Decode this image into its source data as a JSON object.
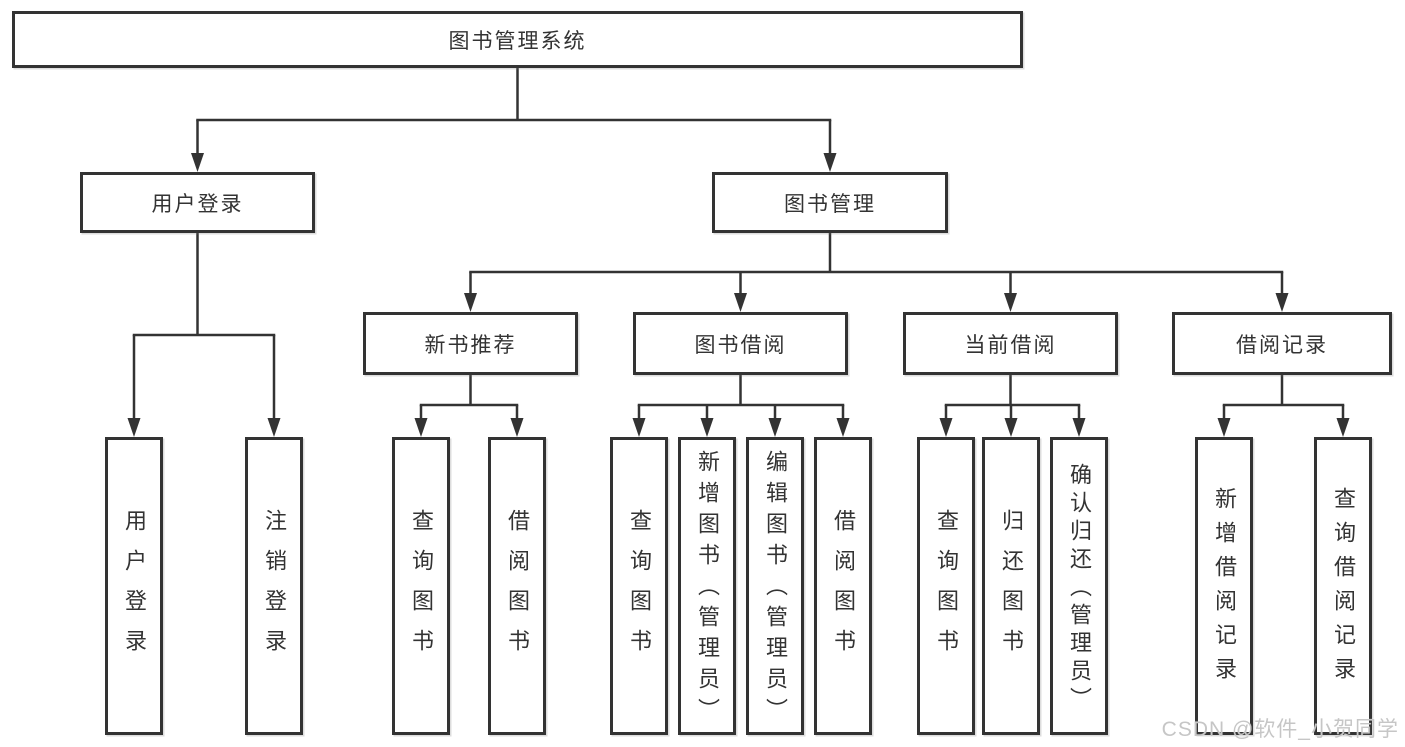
{
  "diagram": {
    "root": {
      "label": "图书管理系统"
    },
    "branches": [
      {
        "label": "用户登录",
        "children": [
          {
            "label": "用户登录"
          },
          {
            "label": "注销登录"
          }
        ]
      },
      {
        "label": "图书管理",
        "children": [
          {
            "label": "新书推荐",
            "children": [
              {
                "label": "查询图书"
              },
              {
                "label": "借阅图书"
              }
            ]
          },
          {
            "label": "图书借阅",
            "children": [
              {
                "label": "查询图书"
              },
              {
                "label": "新增图书（管理员）"
              },
              {
                "label": "编辑图书（管理员）"
              },
              {
                "label": "借阅图书"
              }
            ]
          },
          {
            "label": "当前借阅",
            "children": [
              {
                "label": "查询图书"
              },
              {
                "label": "归还图书"
              },
              {
                "label": "确认归还（管理员）"
              }
            ]
          },
          {
            "label": "借阅记录",
            "children": [
              {
                "label": "新增借阅记录"
              },
              {
                "label": "查询借阅记录"
              }
            ]
          }
        ]
      }
    ],
    "line_color": "#333333",
    "box_background": "#ffffff"
  },
  "watermark": {
    "text": "CSDN @软件_小贺同学"
  }
}
